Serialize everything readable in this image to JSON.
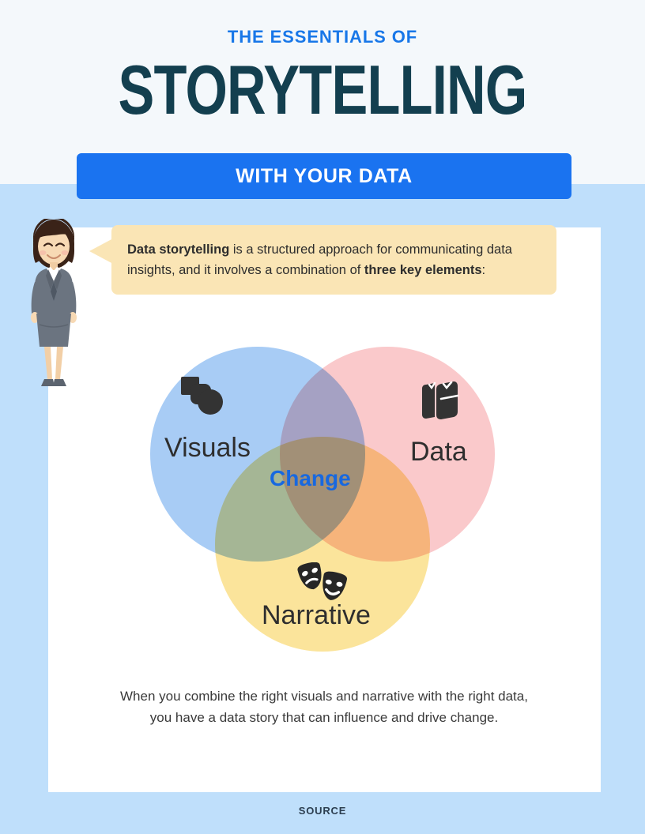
{
  "header": {
    "eyebrow": "THE ESSENTIALS OF",
    "title": "STORYTELLING",
    "subtitle": "WITH YOUR DATA",
    "eyebrow_color": "#1877e8",
    "title_color": "#133f4f",
    "subtitle_bar_color": "#1a73f0"
  },
  "callout": {
    "lead": "Data storytelling",
    "middle": " is a structured approach for communicating data insights, and it involves a combination of ",
    "emphasis": "three key elements",
    "trailing": ":",
    "background_color": "#fae5b5"
  },
  "character": {
    "name": "businesswoman-illustration",
    "hair_color": "#3a2318",
    "skin_color": "#f5d6b0",
    "suit_color": "#6b7480"
  },
  "venn": {
    "circles": [
      {
        "key": "visuals",
        "label": "Visuals",
        "color": "#a8ccf5",
        "icon": "shapes-icon"
      },
      {
        "key": "data",
        "label": "Data",
        "color": "#fac9cb",
        "icon": "books-icon"
      },
      {
        "key": "narrative",
        "label": "Narrative",
        "color": "#fbe49b",
        "icon": "theater-masks-icon"
      }
    ],
    "center_label": "Change",
    "center_label_color": "#1768e0"
  },
  "caption": {
    "line1": "When you combine the right visuals and narrative with the right data,",
    "line2": "you have a data story that can influence and drive change."
  },
  "footer": {
    "source_label": "SOURCE"
  },
  "colors": {
    "page_background": "#f4f8fb",
    "body_background": "#bfdffb",
    "card_background": "#ffffff"
  }
}
